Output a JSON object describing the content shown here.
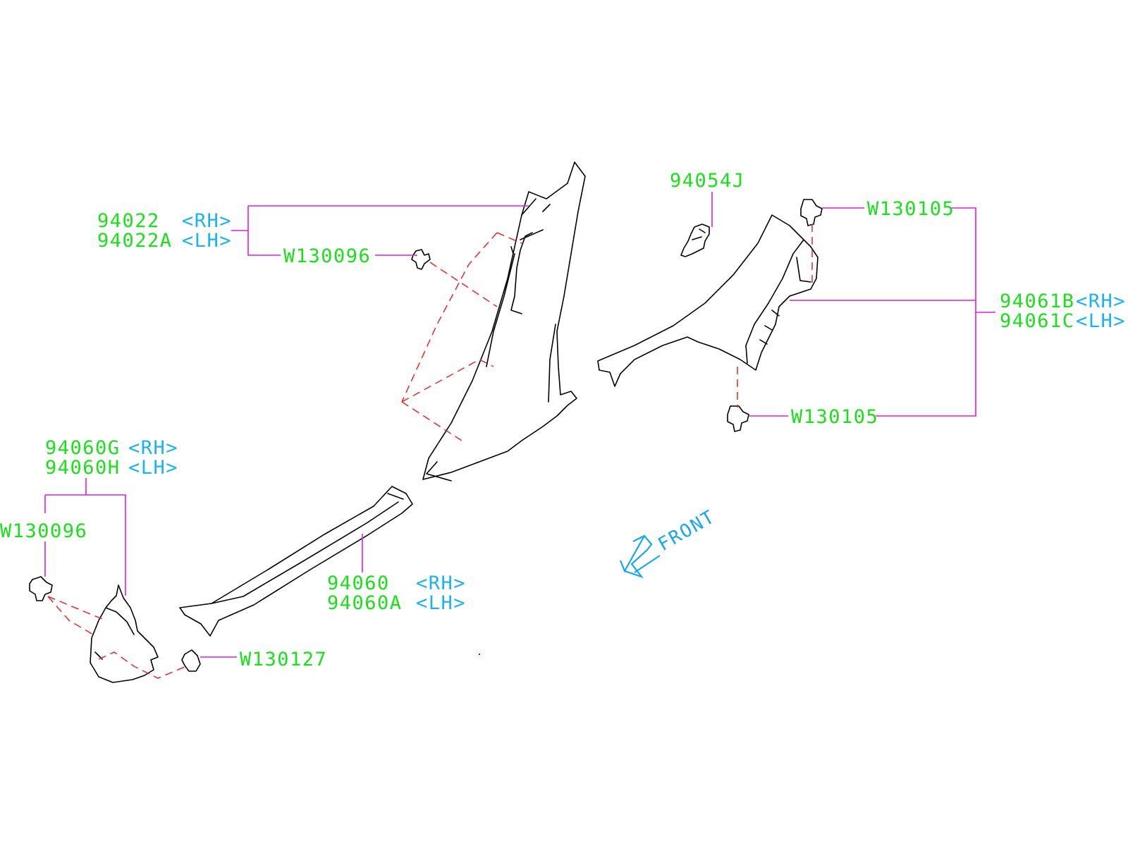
{
  "colors": {
    "part_number": "#19e019",
    "side_tag": "#19b4f0",
    "leader": "#e619e6",
    "dashed": "#e62828",
    "outline": "#000000",
    "front_arrow": "#19a6f0"
  },
  "labels": {
    "pillar_upper_rh": "94022",
    "pillar_upper_rh_tag": "<RH>",
    "pillar_upper_lh": "94022A",
    "pillar_upper_lh_tag": "<LH>",
    "clip_upper": "W130096",
    "trim_small": "94054J",
    "clip_rear_top": "W130105",
    "rear_trim_rh": "94061B",
    "rear_trim_rh_tag": "<RH>",
    "rear_trim_lh": "94061C",
    "rear_trim_lh_tag": "<LH>",
    "clip_rear_bottom": "W130105",
    "kick_rh": "94060G",
    "kick_rh_tag": "<RH>",
    "kick_lh": "94060H",
    "kick_lh_tag": "<LH>",
    "clip_kick": "W130096",
    "sill_rh": "94060",
    "sill_rh_tag": "<RH>",
    "sill_lh": "94060A",
    "sill_lh_tag": "<LH>",
    "clip_sill": "W130127",
    "front": "FRONT"
  }
}
